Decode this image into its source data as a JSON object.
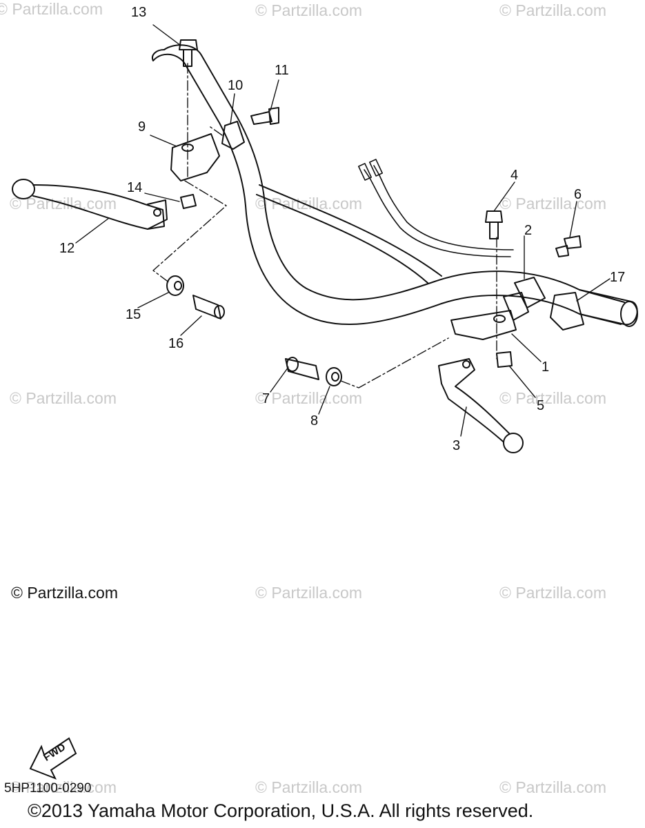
{
  "watermarks": [
    "© Partzilla.com",
    "© Partzilla.com",
    "© Partzilla.com",
    "© Partzilla.com",
    "© Partzilla.com",
    "© Partzilla.com",
    "© Partzilla.com",
    "© Partzilla.com",
    "© Partzilla.com",
    "© Partzilla.com",
    "© Partzilla.com",
    "© Partzilla.com",
    "© Partzilla.com",
    "© Partzilla.com"
  ],
  "watermark_strong": "© Partzilla.com",
  "callouts": [
    "1",
    "2",
    "3",
    "4",
    "5",
    "6",
    "7",
    "8",
    "9",
    "10",
    "11",
    "12",
    "13",
    "14",
    "15",
    "16",
    "17"
  ],
  "fwd_label": "FWD",
  "diagram_code": "5HP1100-0290",
  "copyright": "©2013  Yamaha Motor Corporation, U.S.A. All rights reserved."
}
